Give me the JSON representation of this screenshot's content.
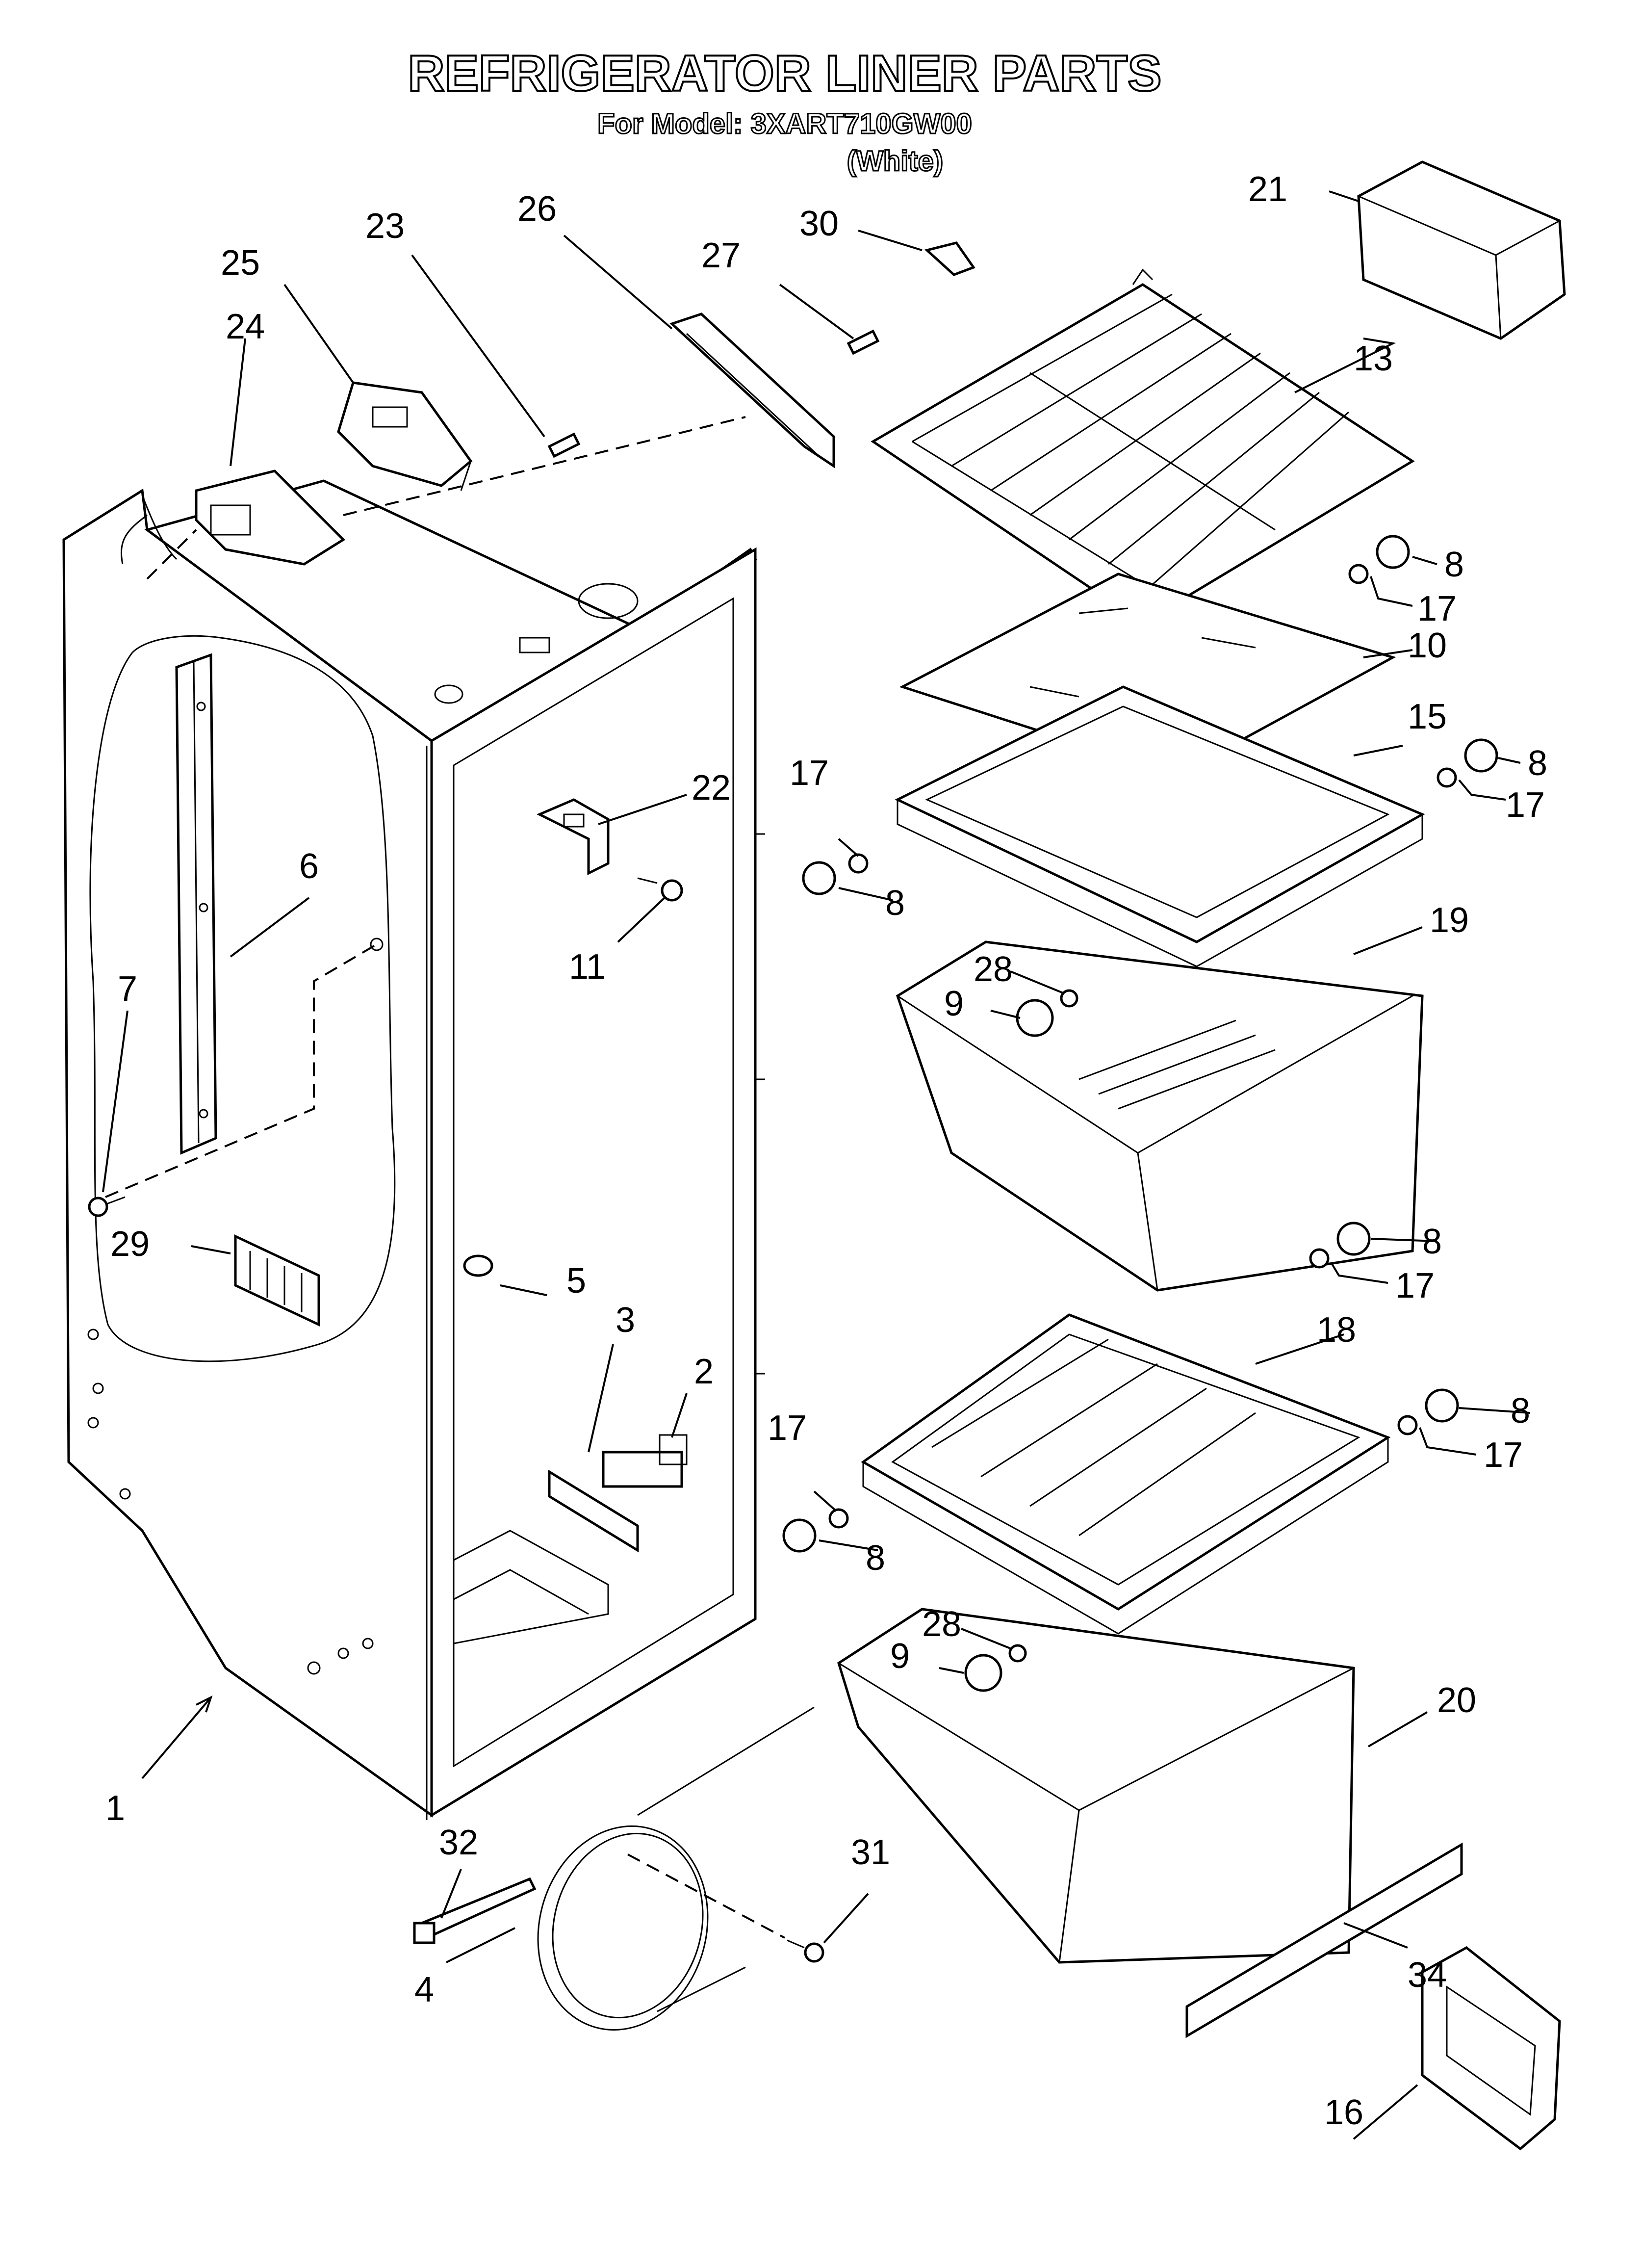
{
  "title": "REFRIGERATOR LINER PARTS",
  "subtitle": "For Model: 3XART710GW00",
  "variant": "(White)",
  "callouts": [
    {
      "id": "1",
      "label": "1"
    },
    {
      "id": "2",
      "label": "2"
    },
    {
      "id": "3",
      "label": "3"
    },
    {
      "id": "4",
      "label": "4"
    },
    {
      "id": "5",
      "label": "5"
    },
    {
      "id": "6",
      "label": "6"
    },
    {
      "id": "7",
      "label": "7"
    },
    {
      "id": "8a",
      "label": "8"
    },
    {
      "id": "8b",
      "label": "8"
    },
    {
      "id": "8c",
      "label": "8"
    },
    {
      "id": "8d",
      "label": "8"
    },
    {
      "id": "8e",
      "label": "8"
    },
    {
      "id": "8f",
      "label": "8"
    },
    {
      "id": "9a",
      "label": "9"
    },
    {
      "id": "9b",
      "label": "9"
    },
    {
      "id": "10",
      "label": "10"
    },
    {
      "id": "11",
      "label": "11"
    },
    {
      "id": "13",
      "label": "13"
    },
    {
      "id": "15",
      "label": "15"
    },
    {
      "id": "16",
      "label": "16"
    },
    {
      "id": "17a",
      "label": "17"
    },
    {
      "id": "17b",
      "label": "17"
    },
    {
      "id": "17c",
      "label": "17"
    },
    {
      "id": "17d",
      "label": "17"
    },
    {
      "id": "17e",
      "label": "17"
    },
    {
      "id": "17f",
      "label": "17"
    },
    {
      "id": "18",
      "label": "18"
    },
    {
      "id": "19",
      "label": "19"
    },
    {
      "id": "20",
      "label": "20"
    },
    {
      "id": "21",
      "label": "21"
    },
    {
      "id": "22",
      "label": "22"
    },
    {
      "id": "23",
      "label": "23"
    },
    {
      "id": "24",
      "label": "24"
    },
    {
      "id": "25",
      "label": "25"
    },
    {
      "id": "26",
      "label": "26"
    },
    {
      "id": "27",
      "label": "27"
    },
    {
      "id": "28a",
      "label": "28"
    },
    {
      "id": "28b",
      "label": "28"
    },
    {
      "id": "29",
      "label": "29"
    },
    {
      "id": "30",
      "label": "30"
    },
    {
      "id": "31",
      "label": "31"
    },
    {
      "id": "32",
      "label": "32"
    },
    {
      "id": "34",
      "label": "34"
    }
  ]
}
